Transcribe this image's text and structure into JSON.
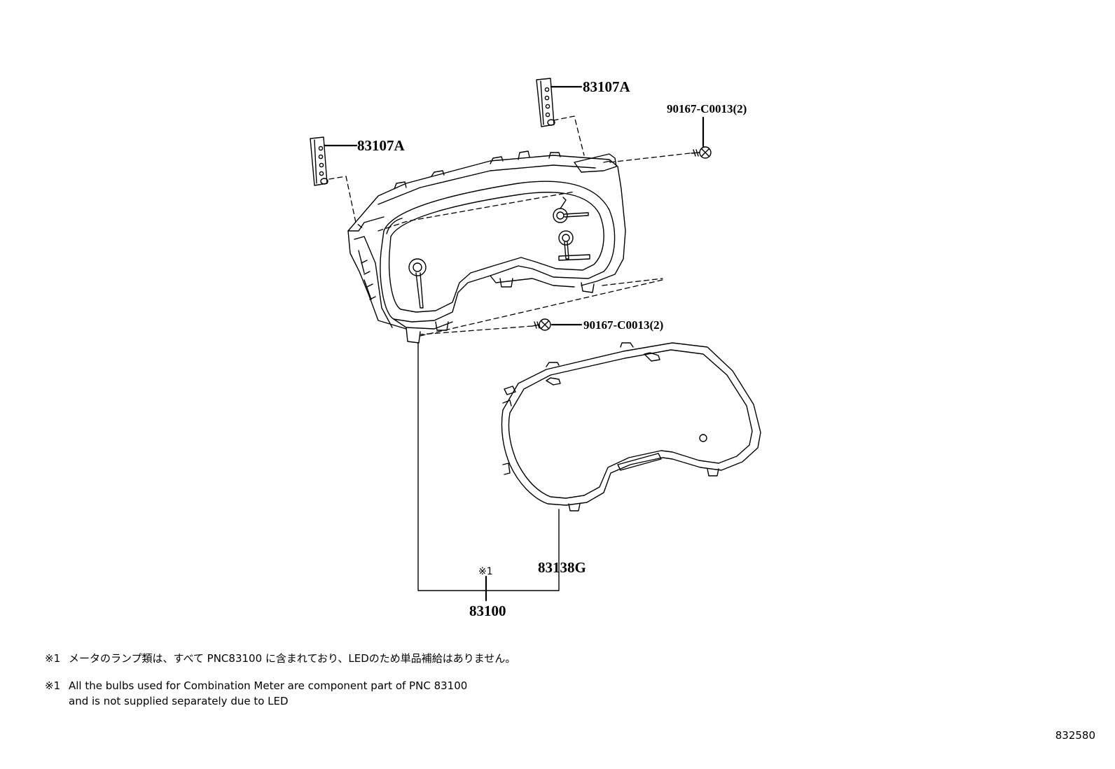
{
  "labels": {
    "part_83107A_left": "83107A",
    "part_83107A_top": "83107A",
    "part_screw_upper": "90167-C0013(2)",
    "part_screw_lower": "90167-C0013(2)",
    "part_83138G": "83138G",
    "note_ref_marker": "※1",
    "part_83100": "83100"
  },
  "notes": {
    "jp_mark": "※1",
    "jp_text": "メータのランプ類は、すべて PNC83100 に含まれており、LEDのため単品補給はありません。",
    "en_mark": "※1",
    "en_line1": "All the bulbs used for Combination Meter are component part of PNC 83100",
    "en_line2": "and is not supplied separately due to LED"
  },
  "page_code": "832580"
}
